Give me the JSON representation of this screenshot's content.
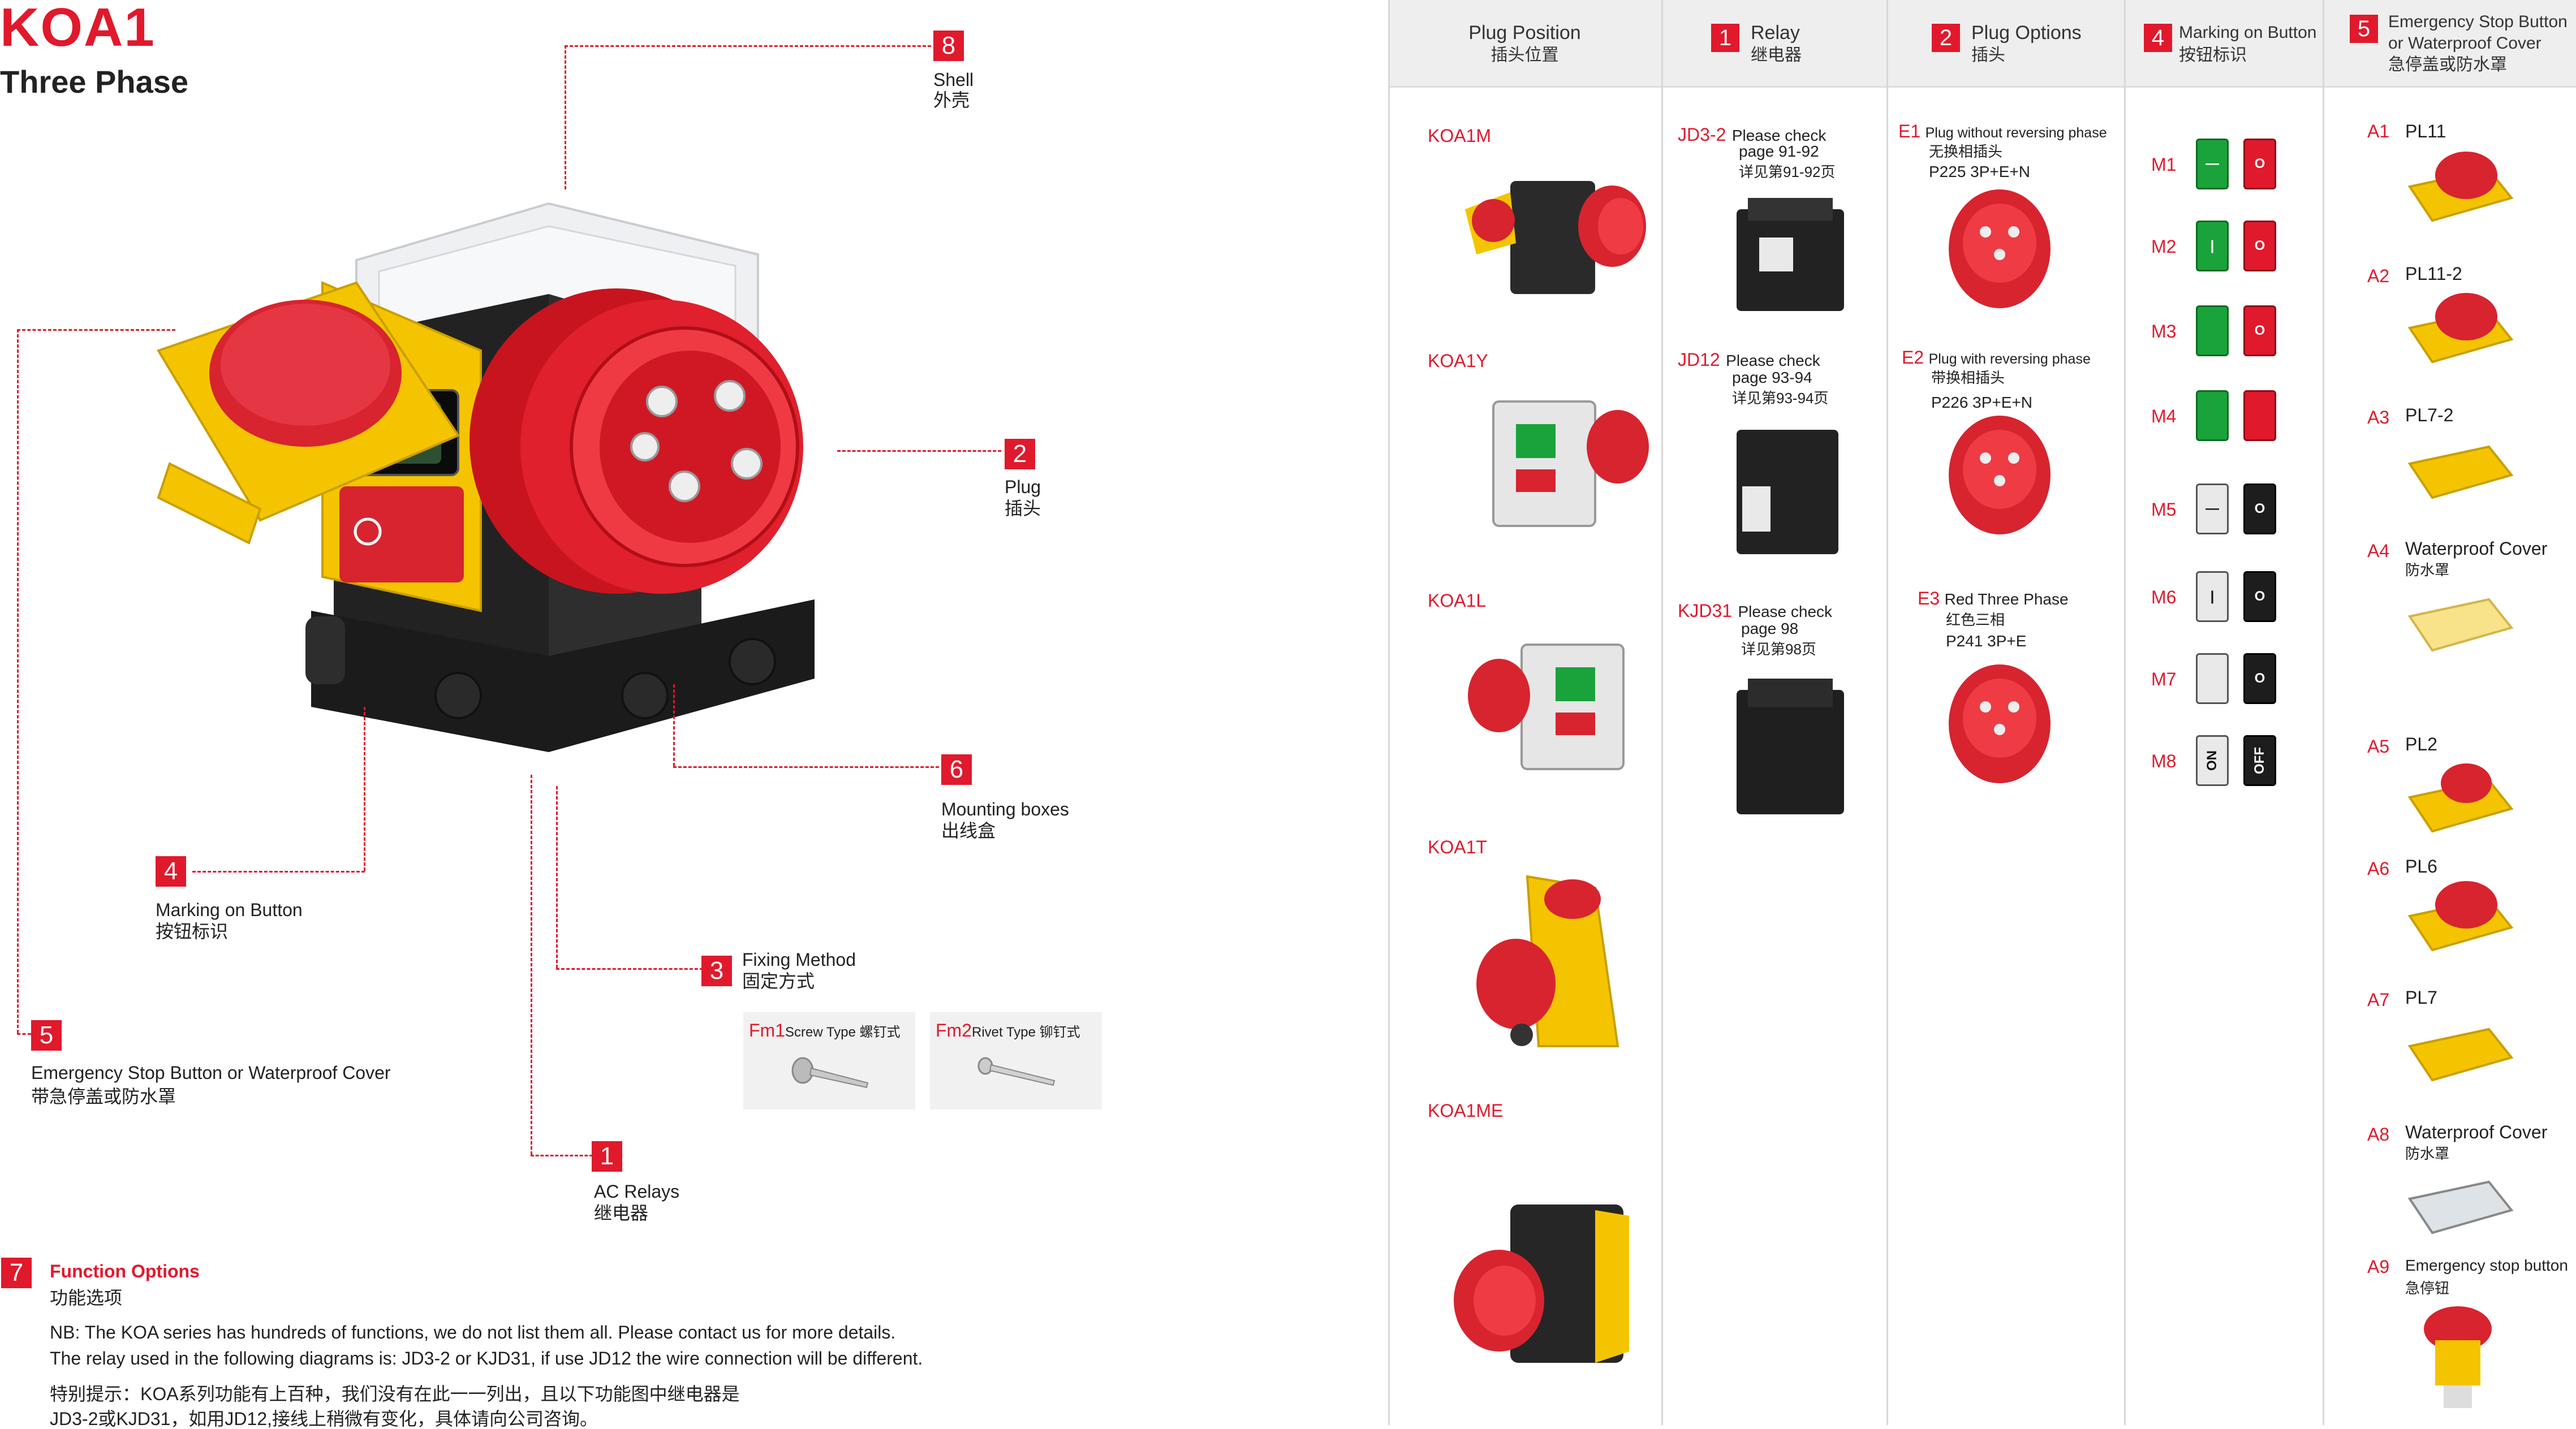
{
  "title": "KOA1",
  "subtitle": "Three Phase",
  "callouts": {
    "c8": {
      "num": "8",
      "en": "Shell",
      "cn": "外壳"
    },
    "c2": {
      "num": "2",
      "en": "Plug",
      "cn": "插头"
    },
    "c6": {
      "num": "6",
      "en": "Mounting boxes",
      "cn": "出线盒"
    },
    "c4": {
      "num": "4",
      "en": "Marking on Button",
      "cn": "按钮标识"
    },
    "c3": {
      "num": "3",
      "en": "Fixing Method",
      "cn": "固定方式"
    },
    "c5": {
      "num": "5",
      "en": "Emergency Stop Button or Waterproof Cover",
      "cn": "带急停盖或防水罩"
    },
    "c1": {
      "num": "1",
      "en": "AC Relays",
      "cn": "继电器"
    }
  },
  "fixing": [
    {
      "code": "Fm1",
      "text": "Screw Type  螺钉式"
    },
    {
      "code": "Fm2",
      "text": "Rivet Type  铆钉式"
    }
  ],
  "function": {
    "num": "7",
    "title": "Function Options",
    "cn": "功能选项",
    "nb1": "NB: The KOA series has hundreds of functions, we do not list them all. Please contact us for more details.",
    "nb2": "The relay used in the following diagrams is: JD3-2 or KJD31, if use JD12 the wire connection will be different.",
    "cn1": "特别提示：KOA系列功能有上百种，我们没有在此一一列出，且以下功能图中继电器是",
    "cn2": "JD3-2或KJD31，如用JD12,接线上稍微有变化，具体请向公司咨询。"
  },
  "headers": {
    "plugpos": {
      "en": "Plug Position",
      "cn": "插头位置"
    },
    "relay": {
      "num": "1",
      "en": "Relay",
      "cn": "继电器"
    },
    "plugopt": {
      "num": "2",
      "en": "Plug Options",
      "cn": "插头"
    },
    "marking": {
      "num": "4",
      "en": "Marking on Button",
      "cn": "按钮标识"
    },
    "estop": {
      "num": "5",
      "en1": "Emergency Stop Button",
      "en2": "or Waterproof Cover",
      "cn": "急停盖或防水罩"
    }
  },
  "positions": [
    "KOA1M",
    "KOA1Y",
    "KOA1L",
    "KOA1T",
    "KOA1ME"
  ],
  "relays": [
    {
      "code": "JD3-2",
      "l1": "Please check",
      "l2": "page 91-92",
      "l3": "详见第91-92页"
    },
    {
      "code": "JD12",
      "l1": "Please check",
      "l2": "page 93-94",
      "l3": "详见第93-94页"
    },
    {
      "code": "KJD31",
      "l1": "Please check",
      "l2": "page 98",
      "l3": "详见第98页"
    }
  ],
  "plugs": [
    {
      "code": "E1",
      "l1": "Plug without reversing phase",
      "l2": "无换相插头",
      "l3": "P225   3P+E+N"
    },
    {
      "code": "E2",
      "l1": "Plug with reversing phase",
      "l2": "带换相插头",
      "l3": "P226  3P+E+N"
    },
    {
      "code": "E3",
      "l1": "Red Three Phase",
      "l2": "红色三相",
      "l3": "P241  3P+E"
    }
  ],
  "markings": [
    {
      "code": "M1",
      "left": "—",
      "right": "O"
    },
    {
      "code": "M2",
      "left": "|",
      "right": "O"
    },
    {
      "code": "M3",
      "left": "",
      "right": "O"
    },
    {
      "code": "M4",
      "left": "",
      "right": ""
    },
    {
      "code": "M5",
      "left": "—",
      "right": "O"
    },
    {
      "code": "M6",
      "left": "|",
      "right": "O"
    },
    {
      "code": "M7",
      "left": "",
      "right": "O"
    },
    {
      "code": "M8",
      "left": "ON",
      "right": "OFF"
    }
  ],
  "covers": [
    {
      "code": "A1",
      "l1": "PL11",
      "l2": ""
    },
    {
      "code": "A2",
      "l1": "PL11-2",
      "l2": ""
    },
    {
      "code": "A3",
      "l1": "PL7-2",
      "l2": ""
    },
    {
      "code": "A4",
      "l1": "Waterproof Cover",
      "l2": "防水罩"
    },
    {
      "code": "A5",
      "l1": "PL2",
      "l2": ""
    },
    {
      "code": "A6",
      "l1": "PL6",
      "l2": ""
    },
    {
      "code": "A7",
      "l1": "PL7",
      "l2": ""
    },
    {
      "code": "A8",
      "l1": "Waterproof Cover",
      "l2": "防水罩"
    },
    {
      "code": "A9",
      "l1": "Emergency stop button",
      "l2": "急停钮"
    }
  ],
  "colors": {
    "accent": "#e0192c",
    "yellow": "#f5d020",
    "green": "#1aa33a",
    "dark": "#1d1d1d"
  }
}
